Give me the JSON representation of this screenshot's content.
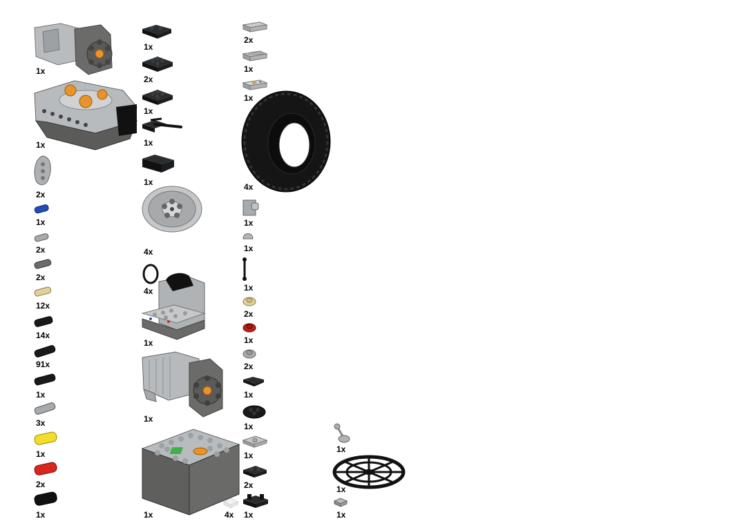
{
  "parts": [
    {
      "icon": "m-motor-icon",
      "qty": "1x"
    },
    {
      "icon": "ir-receiver-icon",
      "qty": "1x"
    },
    {
      "icon": "curved-panel-icon",
      "qty": "2x"
    },
    {
      "icon": "blue-axle-pin-icon",
      "qty": "1x"
    },
    {
      "icon": "gray-pin-icon",
      "qty": "2x"
    },
    {
      "icon": "dark-gray-pin-icon",
      "qty": "2x"
    },
    {
      "icon": "tan-axle-pin-icon",
      "qty": "12x"
    },
    {
      "icon": "black-friction-pin-icon",
      "qty": "14x"
    },
    {
      "icon": "black-long-pin-icon",
      "qty": "91x"
    },
    {
      "icon": "black-pin-icon",
      "qty": "1x"
    },
    {
      "icon": "gray-long-pin-icon",
      "qty": "3x"
    },
    {
      "icon": "yellow-connector-icon",
      "qty": "1x"
    },
    {
      "icon": "red-connector-icon",
      "qty": "2x"
    },
    {
      "icon": "black-connector-icon",
      "qty": "1x"
    },
    {
      "icon": "plate-with-clip-icon",
      "qty": "1x"
    },
    {
      "icon": "black-plate-2x2-icon",
      "qty": "2x"
    },
    {
      "icon": "black-plate-2x2-icon",
      "qty": "1x"
    },
    {
      "icon": "plate-with-bar-icon",
      "qty": "1x"
    },
    {
      "icon": "black-slope-icon",
      "qty": "1x"
    },
    {
      "icon": "wheel-rim-icon",
      "qty": "4x"
    },
    {
      "icon": "o-ring-icon",
      "qty": "4x"
    },
    {
      "icon": "battery-box-icon",
      "qty": "1x"
    },
    {
      "icon": "l-motor-icon",
      "qty": "1x"
    },
    {
      "icon": "aa-battery-box-icon",
      "qty": "1x"
    },
    {
      "icon": "clear-plate-icon",
      "qty": "4x"
    },
    {
      "icon": "gray-tile-icon",
      "qty": "2x"
    },
    {
      "icon": "grille-tile-icon",
      "qty": "1x"
    },
    {
      "icon": "printed-tile-icon",
      "qty": "1x"
    },
    {
      "icon": "tire-icon",
      "qty": "4x"
    },
    {
      "icon": "brick-with-clip-icon",
      "qty": "1x"
    },
    {
      "icon": "dome-icon",
      "qty": "1x"
    },
    {
      "icon": "bar-icon",
      "qty": "1x"
    },
    {
      "icon": "tan-round-plate-icon",
      "qty": "2x"
    },
    {
      "icon": "red-round-plate-icon",
      "qty": "1x"
    },
    {
      "icon": "gray-round-plate-icon",
      "qty": "2x"
    },
    {
      "icon": "black-clip-plate-icon",
      "qty": "1x"
    },
    {
      "icon": "black-round-plate-icon",
      "qty": "1x"
    },
    {
      "icon": "gray-plate-icon",
      "qty": "1x"
    },
    {
      "icon": "black-plate-icon",
      "qty": "2x"
    },
    {
      "icon": "black-hinge-plate-icon",
      "qty": "1x"
    },
    {
      "icon": "lever-icon",
      "qty": "1x"
    },
    {
      "icon": "steering-wheel-icon",
      "qty": "1x"
    },
    {
      "icon": "gray-tile-1x1-icon",
      "qty": "1x"
    }
  ]
}
